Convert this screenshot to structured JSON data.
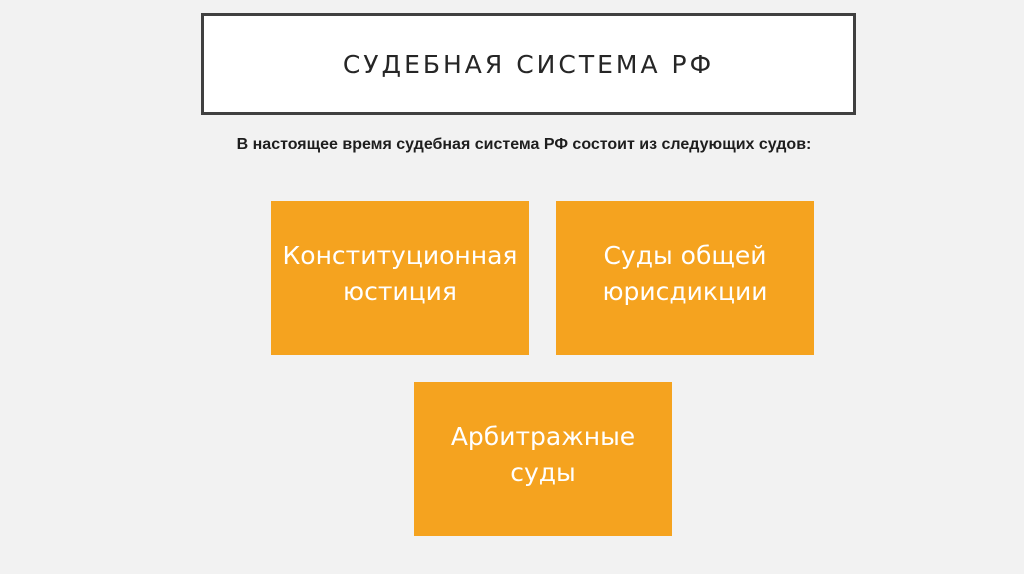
{
  "slide": {
    "title": "СУДЕБНАЯ СИСТЕМА РФ",
    "subtitle": "В настоящее время судебная система РФ состоит из следующих судов:",
    "courts": [
      {
        "line1": "Конституционная",
        "line2": "юстиция"
      },
      {
        "line1": "Суды общей",
        "line2": "юрисдикции"
      },
      {
        "line1": "Арбитражные",
        "line2": "суды"
      }
    ],
    "colors": {
      "background": "#f2f2f2",
      "box_fill": "#f5a31f",
      "title_border": "#404040",
      "text_on_box": "#ffffff"
    }
  }
}
